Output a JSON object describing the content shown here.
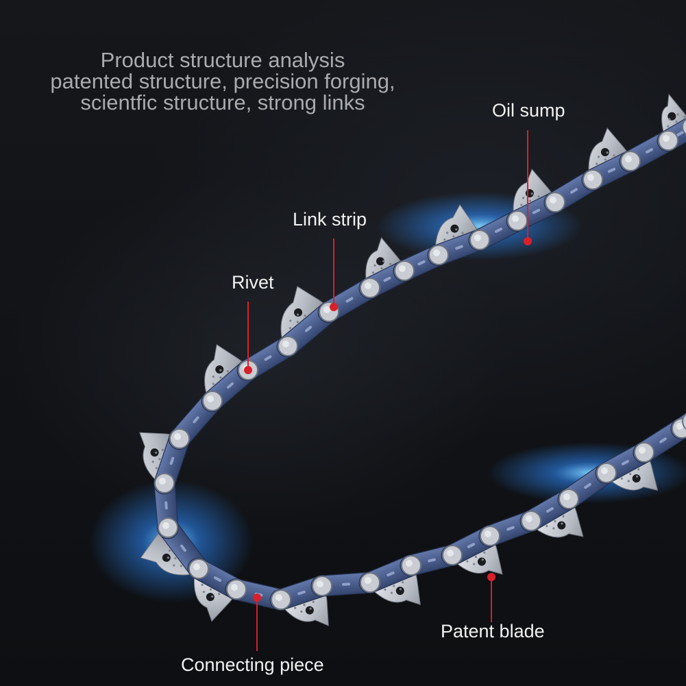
{
  "headline": {
    "line1": "Product structure analysis",
    "line2": "patented structure, precision forging,",
    "line3": "scientfic structure, strong links"
  },
  "callouts": {
    "oil_sump": "Oil sump",
    "link_strip": "Link strip",
    "rivet": "Rivet",
    "patent_blade": "Patent blade",
    "connecting_piece": "Connecting piece"
  },
  "colors": {
    "background": "#0f1115",
    "headline_text": "#a9abae",
    "callout_text": "#f2f2f2",
    "callout_marker": "#d8202a",
    "chain_blue": "#4a5e8f",
    "chain_silver": "#c9ccd2",
    "glow": "#2f8cff"
  }
}
